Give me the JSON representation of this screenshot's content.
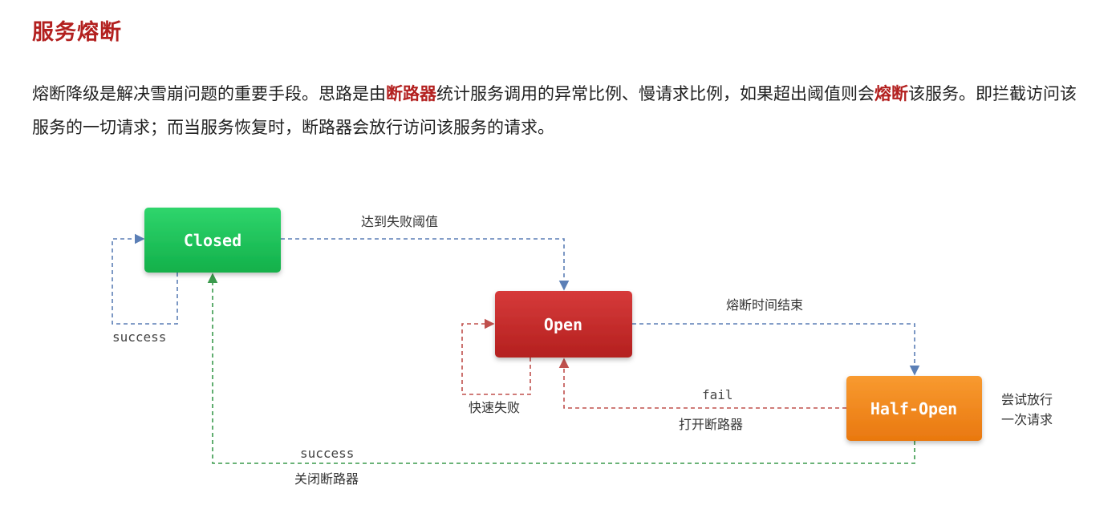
{
  "title": "服务熔断",
  "paragraph": {
    "part1": "熔断降级是解决雪崩问题的重要手段。思路是由",
    "highlight1": "断路器",
    "part2": "统计服务调用的异常比例、慢请求比例，如果超出阈值则会",
    "highlight2": "熔断",
    "part3": "该服务。即拦截访问该服务的一切请求；而当服务恢复时，断路器会放行访问该服务的请求。"
  },
  "colors": {
    "accent": "#b3201f",
    "closed": "#1fc35a",
    "open": "#c8282c",
    "half_open": "#f08a1c",
    "blue_edge": "#5b7fb6",
    "red_edge": "#c0504d",
    "green_edge": "#3a9a4c"
  },
  "nodes": {
    "closed": "Closed",
    "open": "Open",
    "half_open": "Half-Open"
  },
  "edges": {
    "closed_to_open": "达到失败阈值",
    "closed_self": "success",
    "open_self": "快速失败",
    "open_to_half_open": "熔断时间结束",
    "half_open_to_open_top": "fail",
    "half_open_to_open_bottom": "打开断路器",
    "half_open_to_closed_top": "success",
    "half_open_to_closed_bottom": "关闭断路器",
    "half_open_note_line1": "尝试放行",
    "half_open_note_line2": "一次请求"
  }
}
